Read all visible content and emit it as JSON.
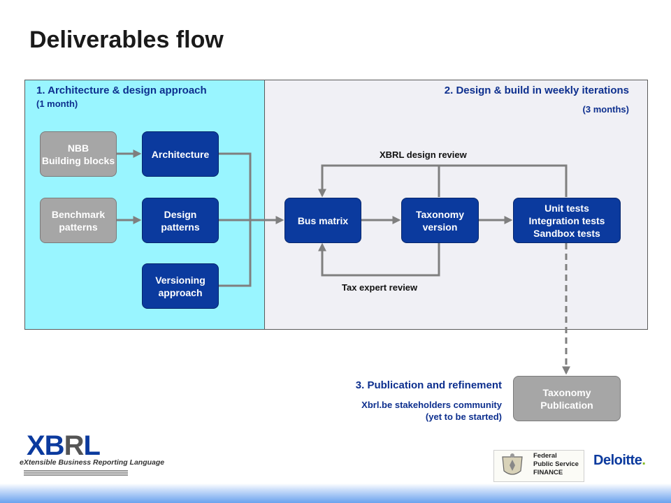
{
  "page": {
    "title": "Deliverables flow"
  },
  "phase1": {
    "title": "1. Architecture & design approach",
    "duration": "(1 month)"
  },
  "phase2": {
    "title": "2. Design & build in weekly iterations",
    "duration": "(3 months)"
  },
  "phase3": {
    "title": "3. Publication and refinement",
    "note": "Xbrl.be stakeholders community\n(yet to be started)"
  },
  "boxes": {
    "nbb": "NBB\nBuilding blocks",
    "benchmark": "Benchmark\npatterns",
    "architecture": "Architecture",
    "design_patterns": "Design\npatterns",
    "versioning": "Versioning\napproach",
    "bus_matrix": "Bus matrix",
    "taxonomy_version": "Taxonomy\nversion",
    "tests": "Unit tests\nIntegration tests\nSandbox tests",
    "publication": "Taxonomy\nPublication"
  },
  "labels": {
    "xbrl_review": "XBRL design review",
    "tax_review": "Tax expert review"
  },
  "logos": {
    "xbrl_prefix": "XB",
    "xbrl_middle": "R",
    "xbrl_suffix": "L",
    "xbrl_tagline": "eXtensible Business Reporting Language",
    "fps": "Federal\nPublic Service\nFINANCE",
    "deloitte": "Deloitte",
    "deloitte_dot": "."
  },
  "colors": {
    "box_blue": "#0b3a9e",
    "box_grey": "#a6a6a6",
    "phase1_bg": "#99f5ff",
    "phase2_bg": "#f0f0f5",
    "heading_blue": "#0d2f8e",
    "arrow": "#7f7f7f"
  }
}
